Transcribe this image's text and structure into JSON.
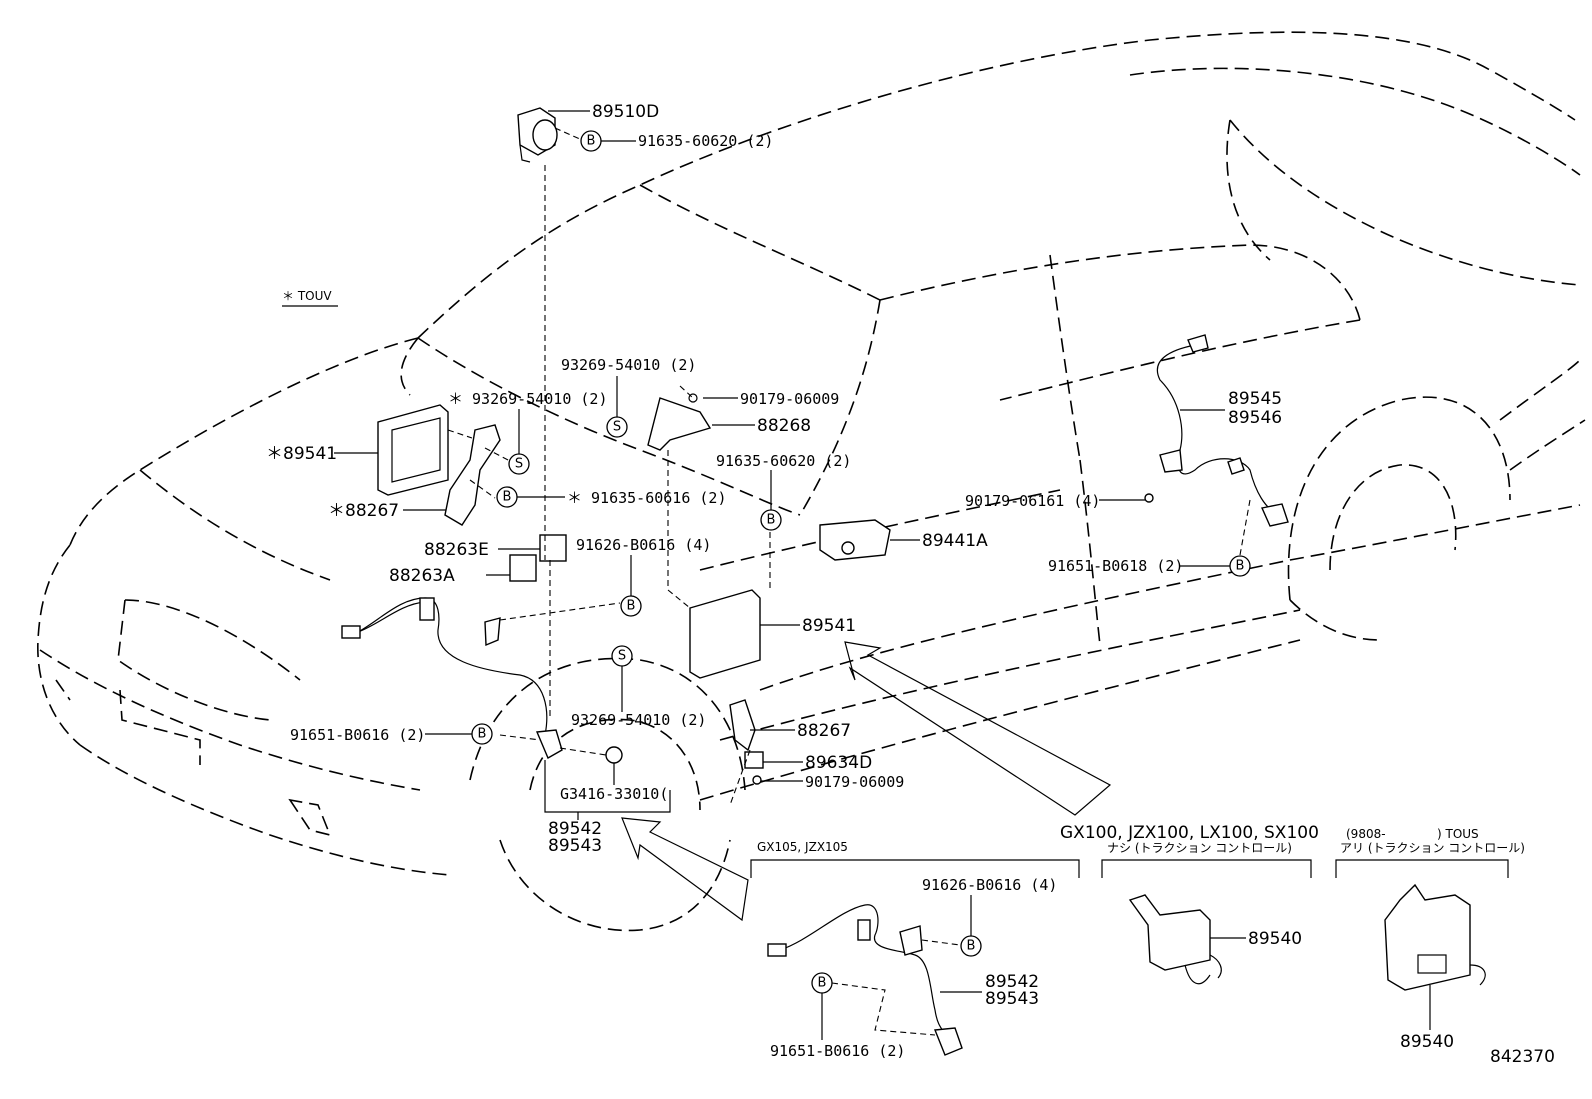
{
  "note": {
    "text": "＊ TOUV"
  },
  "bubbles": {
    "bolt": "B",
    "screw": "S"
  },
  "labels": {
    "p89510D": "89510D",
    "p91635_60620_top": "91635-60620 (2)",
    "p93269_54010_a": "93269-54010 (2)",
    "p93269_54010_star": "＊ 93269-54010 (2)",
    "p90179_06009_top": "90179-06009",
    "p88268": "88268",
    "p89541_star": "＊89541",
    "p88267_star": "＊88267",
    "p91635_60616_star": "＊ 91635-60616 (2)",
    "p91635_60620_mid": "91635-60620 (2)",
    "p88263E": "88263E",
    "p88263A": "88263A",
    "p91626_B0616": "91626-B0616 (4)",
    "p89441A": "89441A",
    "p89541": "89541",
    "p93269_54010_b": "93269-54010 (2)",
    "p88267": "88267",
    "p89634D": "89634D",
    "p90179_06009_bot": "90179-06009",
    "p91651_B0616": "91651-B0616 (2)",
    "pG3416": "G3416-33010(",
    "p89542": "89542",
    "p89543": "89543",
    "p89545": "89545",
    "p89546": "89546",
    "p90179_06161": "90179-06161 (4)",
    "p91651_B0618": "91651-B0618 (2)"
  },
  "insets": {
    "gx105": {
      "title": "GX105, JZX105",
      "p91626": "91626-B0616 (4)",
      "p89542": "89542",
      "p89543": "89543",
      "p91651": "91651-B0616 (2)"
    },
    "group": {
      "models": "GX100, JZX100, LX100, SX100",
      "date": "(9808-",
      "tous": ") TOUS",
      "no_trc": "ナシ (トラクション コントロール)",
      "with_trc": "アリ (トラクション コントロール)",
      "p89540_a": "89540",
      "p89540_b": "89540"
    }
  },
  "figure_number": "842370"
}
